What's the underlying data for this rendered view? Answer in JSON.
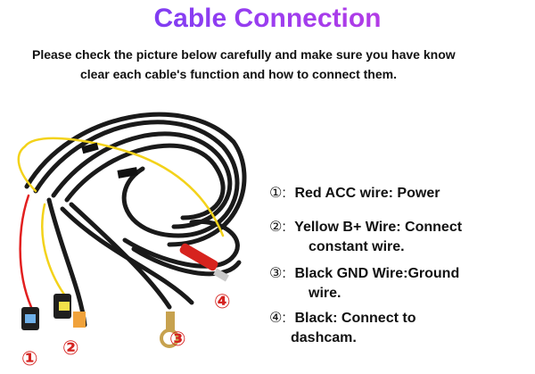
{
  "title": "Cable Connection",
  "intro": {
    "line1": "Please check the picture below carefully and make sure you have know",
    "line2": "clear each cable's function and how to connect them."
  },
  "items": [
    {
      "num": "①:",
      "text": "Red ACC wire: Power",
      "cont": ""
    },
    {
      "num": "②:",
      "text": "Yellow B+ Wire: Connect",
      "cont": "constant wire."
    },
    {
      "num": "③:",
      "text": "Black GND Wire:Ground",
      "cont": "wire."
    },
    {
      "num": "④:",
      "text": "Black: Connect to",
      "cont": "dashcam."
    }
  ],
  "photo_labels": {
    "one": "①",
    "two": "②",
    "three": "③",
    "four": "④"
  },
  "colors": {
    "title_gradient_start": "#5b3df5",
    "title_gradient_end": "#d23ad8",
    "label_red": "#d5221f",
    "wire_black": "#1a1a1a",
    "wire_red": "#e21f1f",
    "wire_yellow": "#f3d21a"
  }
}
